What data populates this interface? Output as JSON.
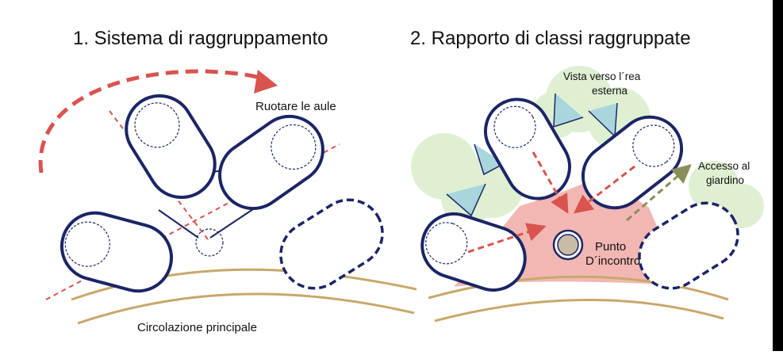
{
  "panel1": {
    "title": "1. Sistema di raggruppamento",
    "rotate_label": "Ruotare le aule",
    "circulation_label": "Circolazione principale"
  },
  "panel2": {
    "title": "2. Rapporto di classi raggruppate",
    "view_label_line1": "Vista verso l´rea",
    "view_label_line2": "esterna",
    "garden_label_line1": "Accesso al",
    "garden_label_line2": "giardino",
    "meeting_label_line1": "Punto",
    "meeting_label_line2": "D´incontro"
  },
  "colors": {
    "navy": "#1b2566",
    "red_dash": "#d9534f",
    "olive_dash": "#8a8f5a",
    "tan": "#c8a86a",
    "pink": "#f2b7b3",
    "green": "#dff0d2",
    "teal": "#a9d6dc"
  }
}
